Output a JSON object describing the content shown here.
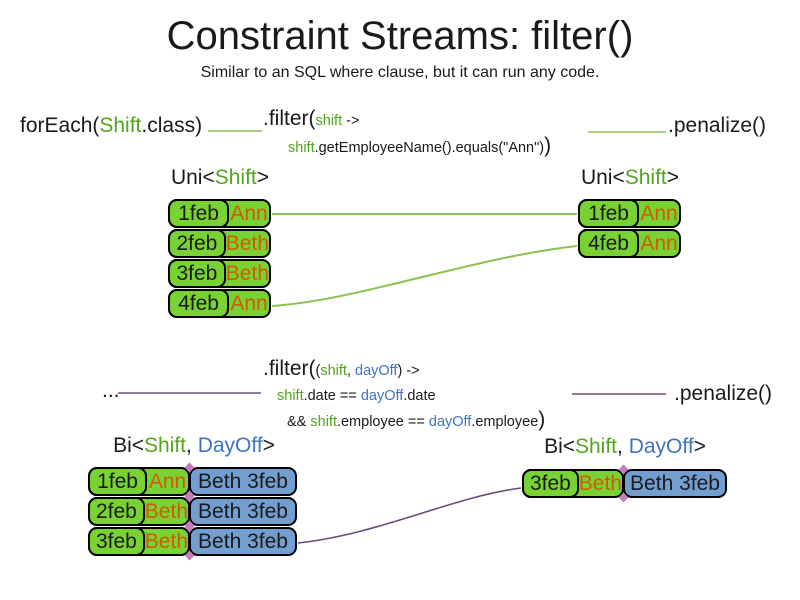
{
  "palette": {
    "text-black": "#1a1a1a",
    "code-green": "#53A41D",
    "code-blue": "#3E74C1",
    "name-orange": "#CE5C00",
    "card-green": "#79D233",
    "card-blue": "#729FCF",
    "line-green": "#8CC152",
    "line-purple": "#6A4C7A",
    "diamond-pink": "#C77BBE"
  },
  "header": {
    "title": "Constraint Streams: filter()",
    "subtitle": "Similar to an SQL where clause, but it can run any code."
  },
  "top_flow": {
    "foreach_segments": [
      {
        "t": "forEach(",
        "c": "black",
        "s": "lg"
      },
      {
        "t": "Shift",
        "c": "green",
        "s": "lg"
      },
      {
        "t": ".class)",
        "c": "black",
        "s": "lg"
      }
    ],
    "filter_line1": [
      {
        "t": ".filter(",
        "c": "black",
        "s": "lg"
      },
      {
        "t": "shift",
        "c": "green",
        "s": "sm"
      },
      {
        "t": " ->",
        "c": "black",
        "s": "sm"
      }
    ],
    "filter_line2": [
      {
        "t": "shift",
        "c": "green",
        "s": "sm"
      },
      {
        "t": ".getEmployeeName().equals(\"Ann\")",
        "c": "black",
        "s": "sm"
      },
      {
        "t": ")",
        "c": "black",
        "s": "lg"
      }
    ],
    "penalize": ".penalize()"
  },
  "uni_left": {
    "label": [
      {
        "t": "Uni<",
        "c": "black",
        "s": "lg"
      },
      {
        "t": "Shift",
        "c": "green",
        "s": "lg"
      },
      {
        "t": ">",
        "c": "black",
        "s": "lg"
      }
    ],
    "cards": [
      {
        "date": "1feb",
        "name": "Ann"
      },
      {
        "date": "2feb",
        "name": "Beth"
      },
      {
        "date": "3feb",
        "name": "Beth"
      },
      {
        "date": "4feb",
        "name": "Ann"
      }
    ]
  },
  "uni_right": {
    "label": [
      {
        "t": "Uni<",
        "c": "black",
        "s": "lg"
      },
      {
        "t": "Shift",
        "c": "green",
        "s": "lg"
      },
      {
        "t": ">",
        "c": "black",
        "s": "lg"
      }
    ],
    "cards": [
      {
        "date": "1feb",
        "name": "Ann"
      },
      {
        "date": "4feb",
        "name": "Ann"
      }
    ]
  },
  "bottom_flow": {
    "ellipsis": "...",
    "filter_line1": [
      {
        "t": ".filter(",
        "c": "black",
        "s": "lg"
      },
      {
        "t": "(",
        "c": "black",
        "s": "sm"
      },
      {
        "t": "shift",
        "c": "green",
        "s": "sm"
      },
      {
        "t": ", ",
        "c": "black",
        "s": "sm"
      },
      {
        "t": "dayOff",
        "c": "blue",
        "s": "sm"
      },
      {
        "t": ") ->",
        "c": "black",
        "s": "sm"
      }
    ],
    "filter_line2": [
      {
        "t": "shift",
        "c": "green",
        "s": "sm"
      },
      {
        "t": ".date == ",
        "c": "black",
        "s": "sm"
      },
      {
        "t": "dayOff",
        "c": "blue",
        "s": "sm"
      },
      {
        "t": ".date",
        "c": "black",
        "s": "sm"
      }
    ],
    "filter_line3": [
      {
        "t": "&& ",
        "c": "black",
        "s": "sm"
      },
      {
        "t": "shift",
        "c": "green",
        "s": "sm"
      },
      {
        "t": ".employee == ",
        "c": "black",
        "s": "sm"
      },
      {
        "t": "dayOff",
        "c": "blue",
        "s": "sm"
      },
      {
        "t": ".employee",
        "c": "black",
        "s": "sm"
      },
      {
        "t": ")",
        "c": "black",
        "s": "lg"
      }
    ],
    "penalize": ".penalize()"
  },
  "bi_left": {
    "label": [
      {
        "t": "Bi<",
        "c": "black",
        "s": "lg"
      },
      {
        "t": "Shift",
        "c": "green",
        "s": "lg"
      },
      {
        "t": ", ",
        "c": "black",
        "s": "lg"
      },
      {
        "t": "DayOff",
        "c": "blue",
        "s": "lg"
      },
      {
        "t": ">",
        "c": "black",
        "s": "lg"
      }
    ],
    "rows": [
      {
        "date": "1feb",
        "name": "Ann",
        "pair": "Beth 3feb"
      },
      {
        "date": "2feb",
        "name": "Beth",
        "pair": "Beth 3feb"
      },
      {
        "date": "3feb",
        "name": "Beth",
        "pair": "Beth 3feb"
      }
    ]
  },
  "bi_right": {
    "label": [
      {
        "t": "Bi<",
        "c": "black",
        "s": "lg"
      },
      {
        "t": "Shift",
        "c": "green",
        "s": "lg"
      },
      {
        "t": ", ",
        "c": "black",
        "s": "lg"
      },
      {
        "t": "DayOff",
        "c": "blue",
        "s": "lg"
      },
      {
        "t": ">",
        "c": "black",
        "s": "lg"
      }
    ],
    "rows": [
      {
        "date": "3feb",
        "name": "Beth",
        "pair": "Beth 3feb"
      }
    ]
  }
}
